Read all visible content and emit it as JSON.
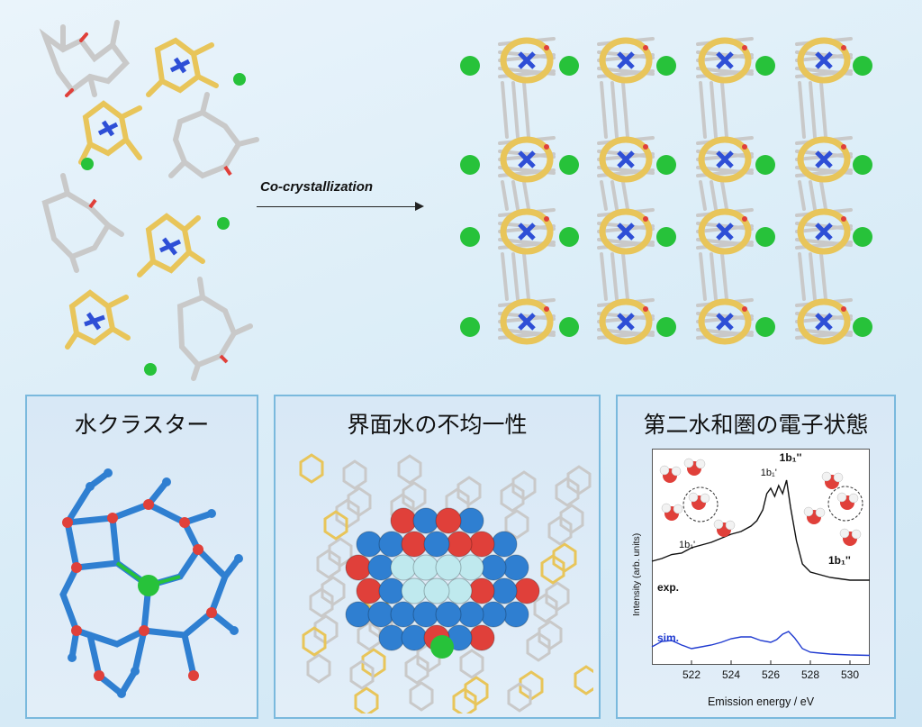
{
  "arrow": {
    "label": "Co-crystallization"
  },
  "panels": [
    {
      "title": "水クラスター"
    },
    {
      "title": "界面水の不均一性"
    },
    {
      "title": "第二水和圏の電子状態"
    }
  ],
  "colors": {
    "carbon": "#c9c9c9",
    "ligand": "#e8c55a",
    "nitrogen": "#2e4fd6",
    "oxygen": "#e0403a",
    "chloride": "#27c23a",
    "water_blue": "#2f7fd1",
    "exp_line": "#111111",
    "sim_line": "#1f3ad0"
  },
  "chart_data": {
    "type": "line",
    "xlabel": "Emission energy / eV",
    "ylabel": "Intensity (arb. units)",
    "xlim": [
      520,
      531
    ],
    "xticks": [
      522,
      524,
      526,
      528,
      530
    ],
    "series": [
      {
        "name": "exp.",
        "x": [
          520,
          520.5,
          521,
          521.5,
          522,
          522.5,
          523,
          523.5,
          524,
          524.5,
          525,
          525.3,
          525.6,
          525.8,
          526.0,
          526.2,
          526.4,
          526.6,
          526.8,
          527.0,
          527.3,
          527.6,
          528,
          528.5,
          529,
          529.5,
          530,
          530.5,
          531
        ],
        "y": [
          0.3,
          0.32,
          0.35,
          0.36,
          0.4,
          0.42,
          0.44,
          0.47,
          0.5,
          0.52,
          0.56,
          0.6,
          0.68,
          0.8,
          0.84,
          0.78,
          0.86,
          0.8,
          0.9,
          0.7,
          0.45,
          0.28,
          0.22,
          0.2,
          0.18,
          0.17,
          0.16,
          0.16,
          0.16
        ]
      },
      {
        "name": "sim.",
        "x": [
          520,
          520.5,
          521,
          521.5,
          522,
          522.5,
          523,
          523.5,
          524,
          524.5,
          525,
          525.5,
          526,
          526.3,
          526.6,
          526.9,
          527.2,
          527.6,
          528,
          528.5,
          529,
          529.5,
          530,
          531
        ],
        "y": [
          0.1,
          0.16,
          0.17,
          0.12,
          0.08,
          0.1,
          0.12,
          0.15,
          0.19,
          0.21,
          0.21,
          0.17,
          0.15,
          0.18,
          0.24,
          0.27,
          0.2,
          0.08,
          0.04,
          0.03,
          0.02,
          0.015,
          0.01,
          0.005
        ]
      }
    ],
    "annotations": [
      {
        "text": "1b₁''",
        "bold": true
      },
      {
        "text": "1b₁'",
        "bold": false
      }
    ]
  },
  "water_labels": {
    "left": "1b₁'",
    "right": "1b₁''"
  }
}
